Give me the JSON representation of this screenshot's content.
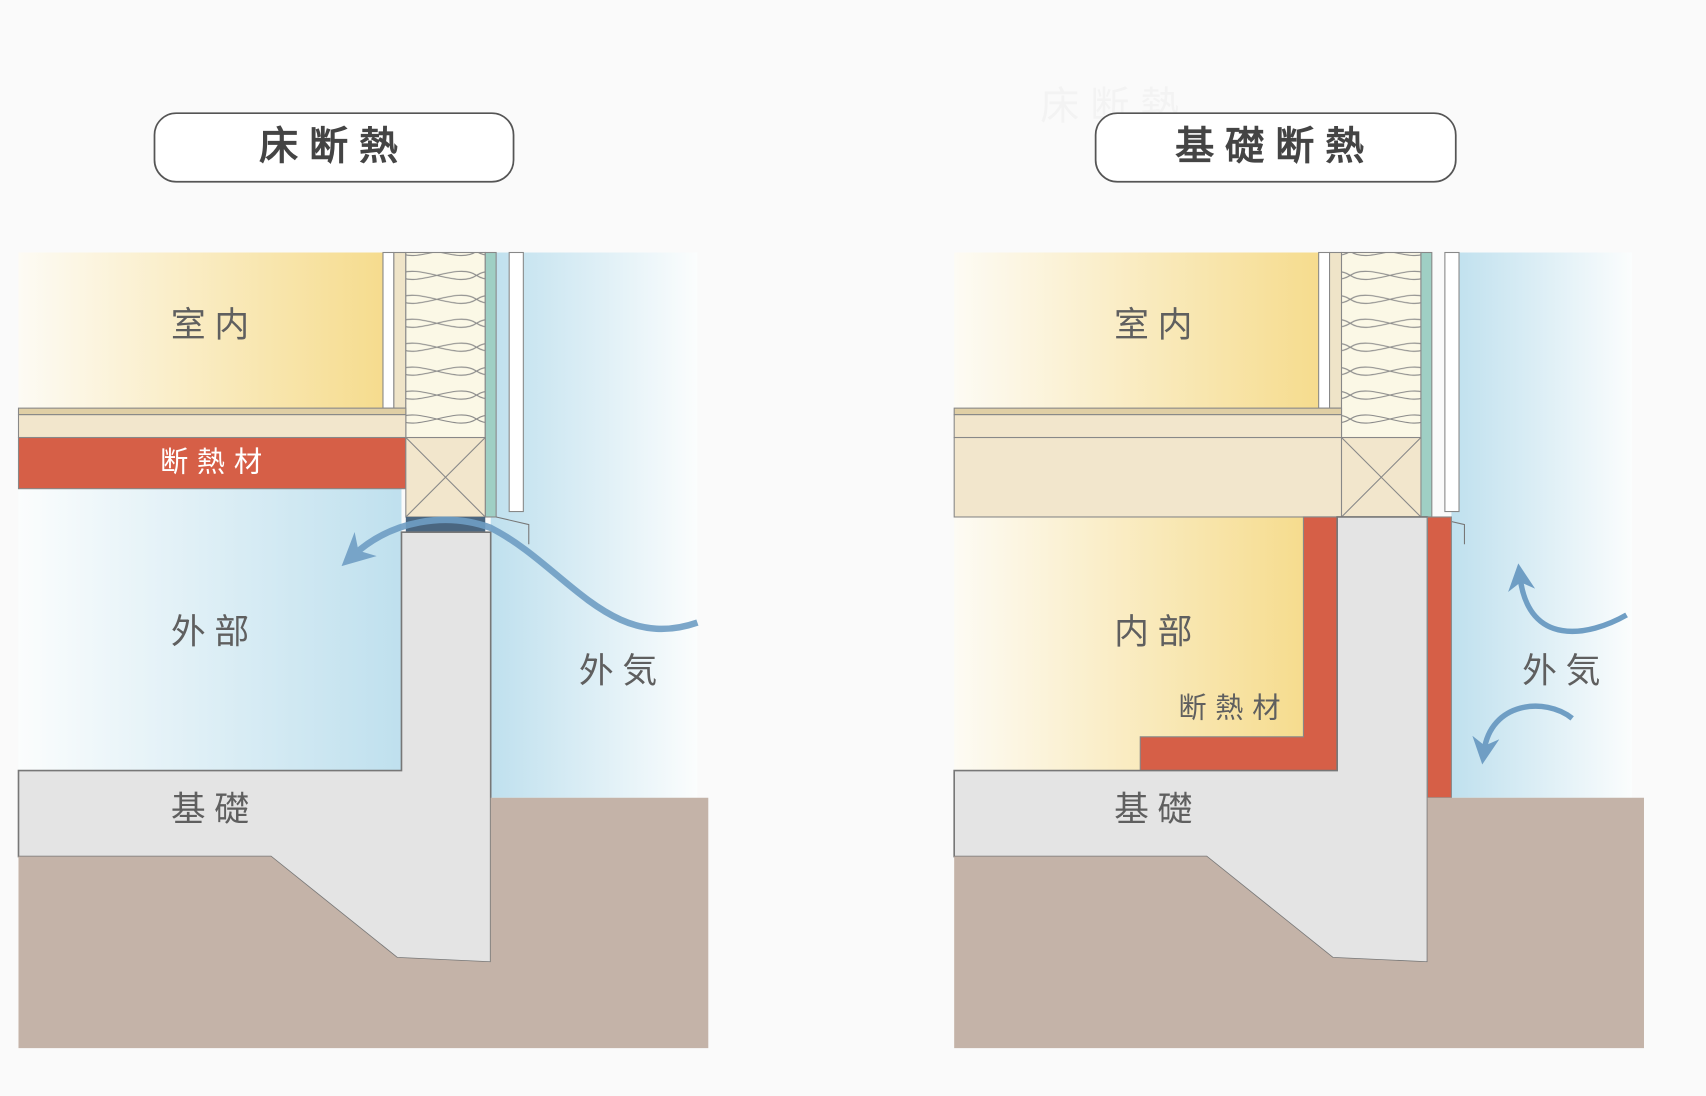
{
  "ghost_text": "床断熱",
  "left": {
    "title": "床断熱",
    "labels": {
      "indoor": "室内",
      "insulation": "断熱材",
      "underfloor": "外部",
      "outside_air": "外気",
      "foundation": "基礎"
    }
  },
  "right": {
    "title": "基礎断熱",
    "labels": {
      "indoor": "室内",
      "underfloor": "内部",
      "insulation": "断熱材",
      "outside_air": "外気",
      "foundation": "基礎"
    }
  },
  "colors": {
    "indoor": "#f6dc8e",
    "outdoor": "#bfe0ee",
    "insulation": "#d65f47",
    "wood": "#f2e6cc",
    "foundation": "#e4e4e4",
    "ground": "#c4b3a8",
    "airflow": "#6f9ec4"
  }
}
